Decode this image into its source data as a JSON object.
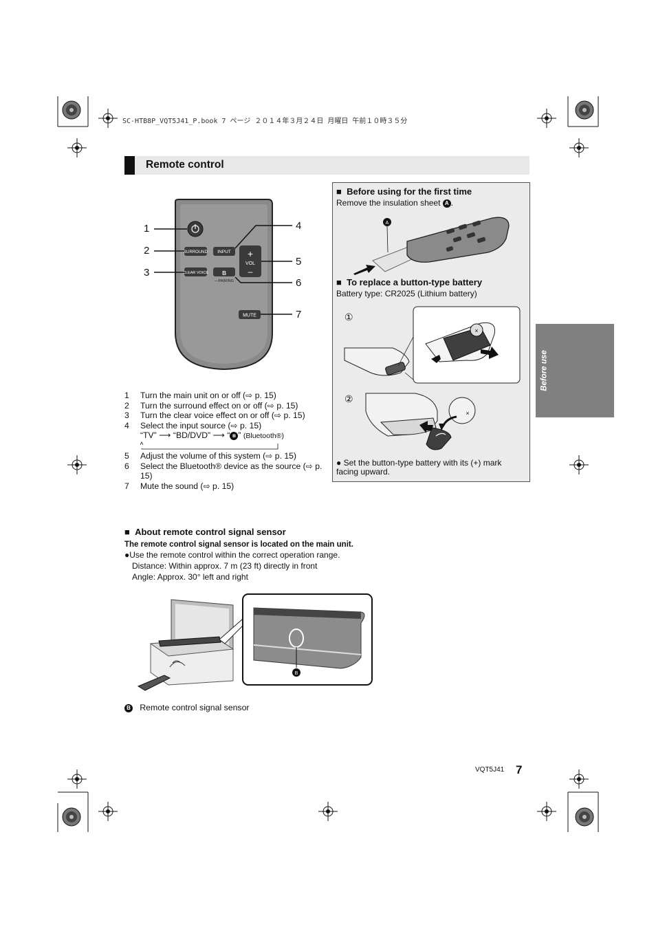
{
  "header": {
    "file_line": "SC-HTB8P_VQT5J41_P.book  7 ページ  ２０１４年３月２４日  月曜日  午前１０時３５分"
  },
  "section": {
    "title": "Remote control"
  },
  "side_tab": {
    "label": "Before use"
  },
  "remote": {
    "callouts": [
      "1",
      "2",
      "3",
      "4",
      "5",
      "6",
      "7"
    ],
    "buttons": {
      "surround": "SURROUND",
      "input": "INPUT",
      "clear_voice": "CLEAR VOICE",
      "vol": "VOL",
      "pairing": "—PAIRING",
      "mute": "MUTE"
    }
  },
  "functions": [
    {
      "num": "1",
      "text": "Turn the main unit on or off (⇨ p. 15)"
    },
    {
      "num": "2",
      "text": "Turn the surround effect on or off (⇨ p. 15)"
    },
    {
      "num": "3",
      "text": "Turn the clear voice effect on or off (⇨ p. 15)"
    },
    {
      "num": "4",
      "text": "Select the input source (⇨ p. 15)"
    },
    {
      "num": "5",
      "text": "Adjust the volume of this system (⇨ p. 15)"
    },
    {
      "num": "6",
      "text": "Select the Bluetooth® device as the source (⇨ p. 15)"
    },
    {
      "num": "7",
      "text": "Mute the sound (⇨ p. 15)"
    }
  ],
  "input_cycle": {
    "tv": "“TV” ⟶ “BD/DVD” ⟶ “",
    "bt_end": "” ",
    "bt_note": "(Bluetooth®)"
  },
  "first_time": {
    "title": "Before using for the first time",
    "text": "Remove the insulation sheet",
    "badge": "A"
  },
  "battery": {
    "title": "To replace a button-type battery",
    "type_text": "Battery type: CR2025 (Lithium battery)",
    "step1": "①",
    "step2": "②",
    "note": "Set the button-type battery with its (+) mark facing upward."
  },
  "sensor": {
    "title": "About remote control signal sensor",
    "bold_line": "The remote control signal sensor is located on the main unit.",
    "bullet": "Use the remote control within the correct operation range.",
    "distance": "Distance: Within approx. 7 m (23 ft) directly in front",
    "angle": "Angle: Approx. 30° left and right",
    "badge": "B",
    "caption": "Remote control signal sensor"
  },
  "footer": {
    "model": "VQT5J41",
    "page": "7"
  }
}
